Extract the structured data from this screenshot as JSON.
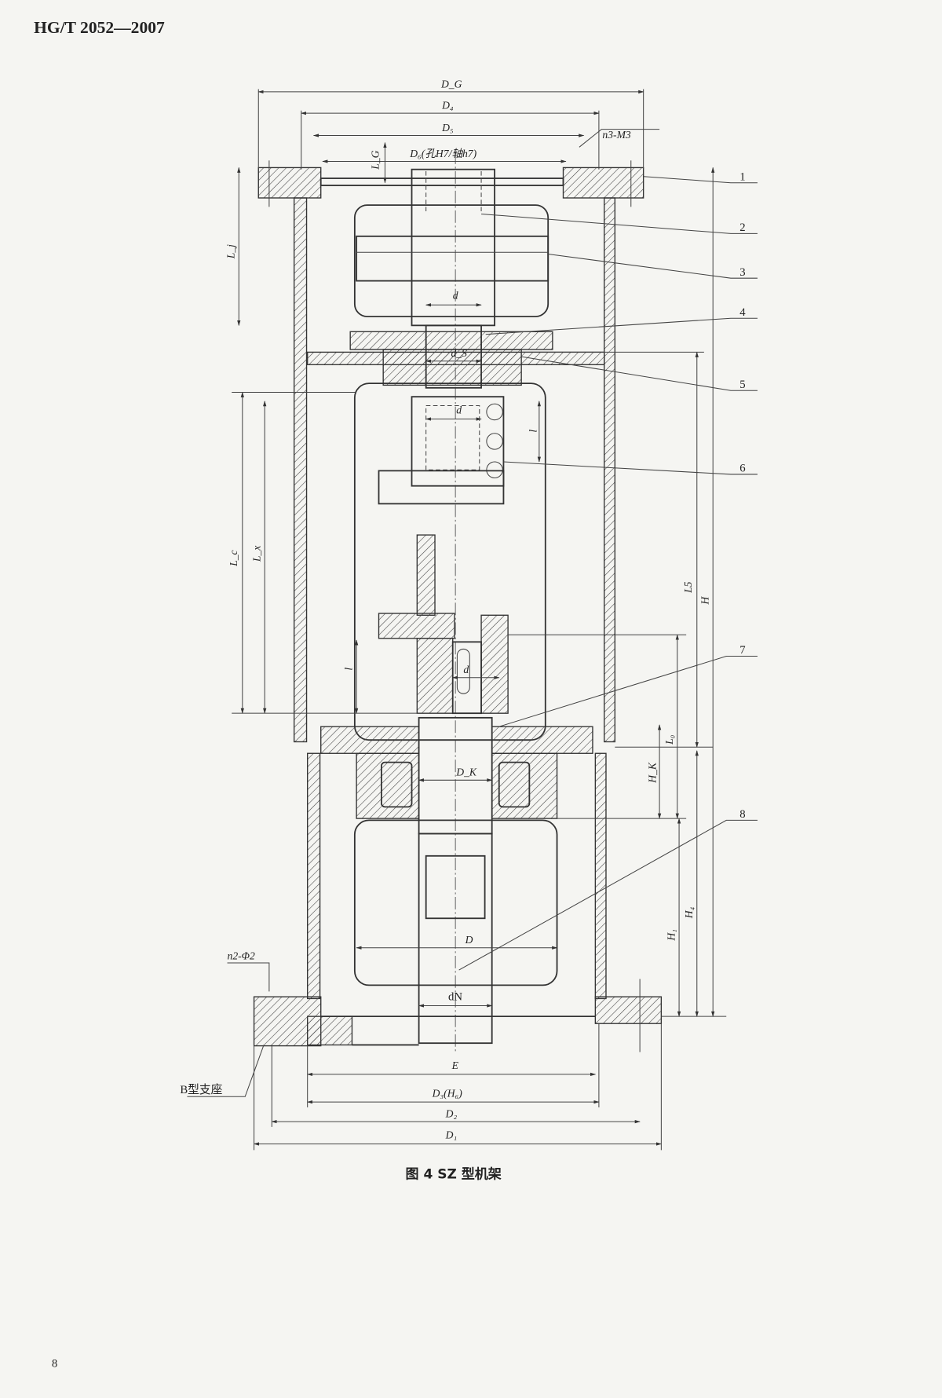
{
  "header": {
    "standard_number": "HG/T 2052—2007"
  },
  "figure": {
    "caption": "图 4   SZ 型机架",
    "dimensions": {
      "DG": "D_G",
      "D4": "D₄",
      "D5": "D₅",
      "D6": "D₆(孔H7/轴h7)",
      "n3": "n3-M3",
      "LG": "L_G",
      "Lj": "L_j",
      "d_top": "d",
      "dS": "d_S",
      "d_mid": "d",
      "l_top": "l",
      "Lc": "L_c",
      "Lx": "L_x",
      "l_low": "l",
      "d_low": "d",
      "L5": "L5",
      "H": "H",
      "L0": "L₀",
      "HK": "H_K",
      "DK": "D_K",
      "H1": "H₁",
      "H4": "H₄",
      "D": "D",
      "dN": "dN",
      "n2": "n2-Φ2",
      "support": "B型支座",
      "E": "E",
      "D3": "D₃(H₆)",
      "D2": "D₂",
      "D1": "D₁"
    },
    "callouts": [
      "1",
      "2",
      "3",
      "4",
      "5",
      "6",
      "7",
      "8"
    ]
  },
  "footer": {
    "page_number": "8"
  }
}
